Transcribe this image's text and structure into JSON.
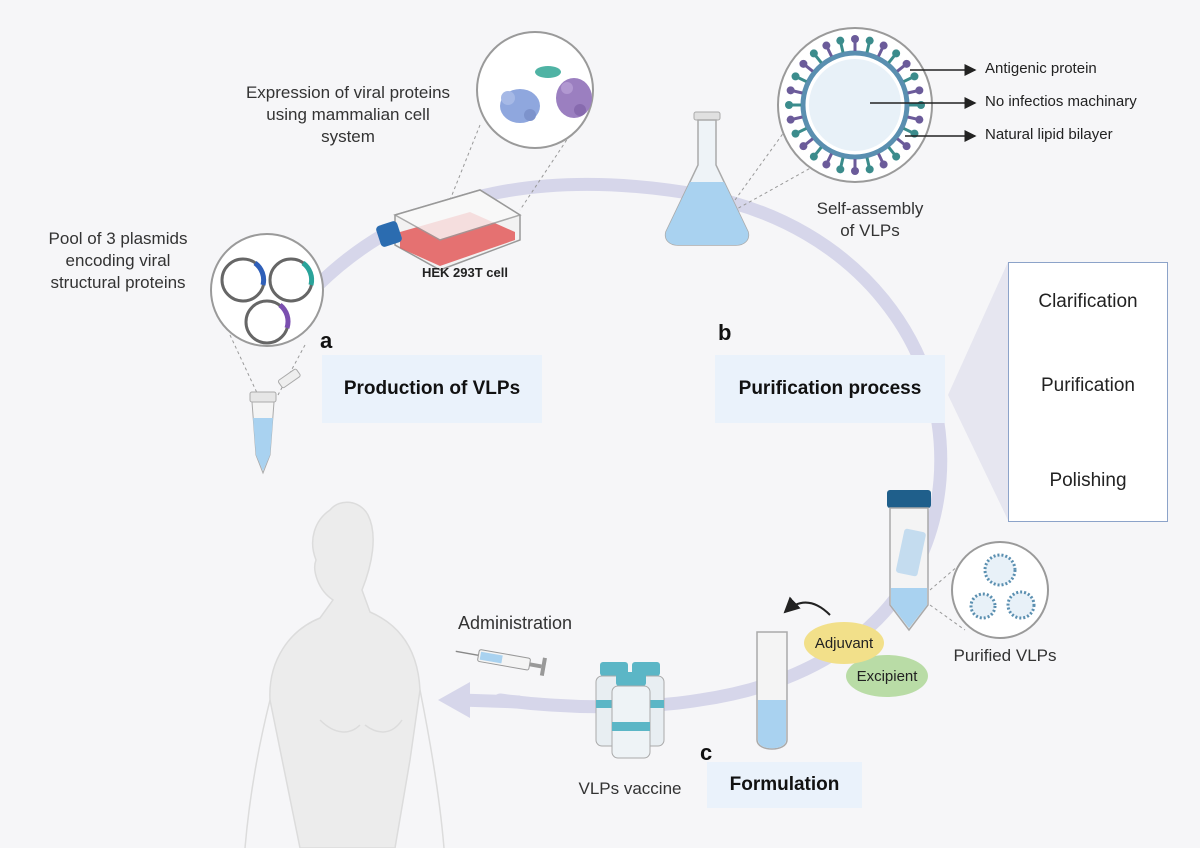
{
  "labels": {
    "expression": "Expression of viral proteins\nusing mammalian cell\nsystem",
    "plasmids": "Pool of  3 plasmids\nencoding viral\nstructural proteins",
    "hek": "HEK 293T cell",
    "self_assembly": "Self-assembly\nof VLPs",
    "purified": "Purified VLPs",
    "vaccine": "VLPs vaccine",
    "administration": "Administration"
  },
  "annotations": {
    "antigenic": "Antigenic protein",
    "machinery": "No infectios machinary",
    "lipid": "Natural lipid bilayer"
  },
  "stages": {
    "a": {
      "letter": "a",
      "title": "Production of VLPs"
    },
    "b": {
      "letter": "b",
      "title": "Purification process"
    },
    "c": {
      "letter": "c",
      "title": "Formulation"
    }
  },
  "purification_steps": [
    "Clarification",
    "Purification",
    "Polishing"
  ],
  "additives": {
    "adjuvant": "Adjuvant",
    "excipient": "Excipient"
  },
  "colors": {
    "cycle": "#d3d3e8",
    "stage_box": "#eaf2fb",
    "step_arrow": "#c0504d",
    "adjuvant": "#f2e08a",
    "excipient": "#b9dca6",
    "virus_spike": "#6b5b9a",
    "virus_spike_alt": "#3b8c8c"
  },
  "icons": [
    "plasmid-icon",
    "tube-icon",
    "cell-flask-icon",
    "protein-icon",
    "erlenmeyer-flask-icon",
    "virus-particle-icon",
    "centrifuge-tube-icon",
    "test-tube-icon",
    "vial-icon",
    "syringe-icon",
    "human-figure-icon"
  ]
}
